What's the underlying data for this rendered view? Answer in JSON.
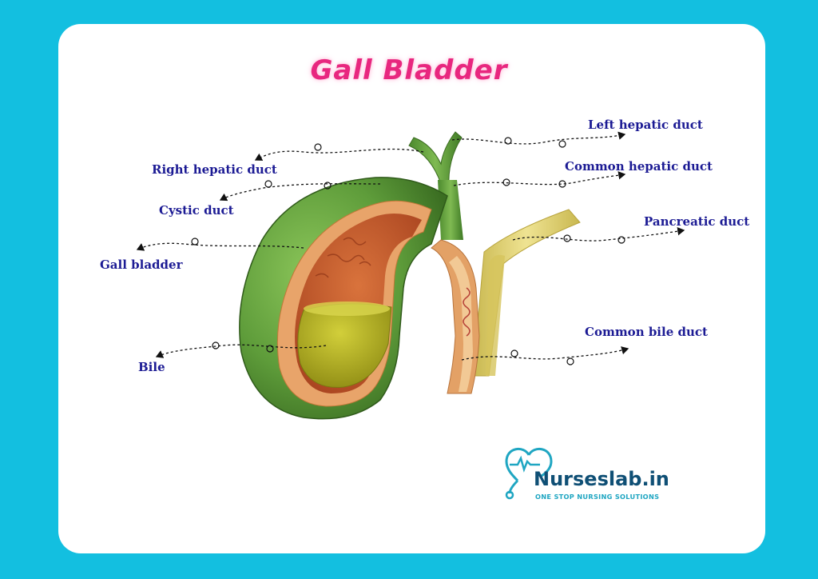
{
  "title": "Gall Bladder",
  "labels": {
    "left_hepatic_duct": "Left hepatic duct",
    "right_hepatic_duct": "Right hepatic duct",
    "common_hepatic_duct": "Common hepatic duct",
    "cystic_duct": "Cystic duct",
    "pancreatic_duct": "Pancreatic duct",
    "gall_bladder": "Gall bladder",
    "common_bile_duct": "Common bile duct",
    "bile": "Bile"
  },
  "brand": {
    "name": "Nurseslab.in",
    "tagline": "ONE STOP NURSING SOLUTIONS"
  },
  "colors": {
    "background": "#13bfe0",
    "title": "#e8277f",
    "label": "#1c1b94",
    "organ_outer": "#5e9c3a",
    "wall": "#e8a46a",
    "lumen": "#c2582e",
    "bile": "#b5b326",
    "pancreatic_duct": "#e2d37a"
  }
}
